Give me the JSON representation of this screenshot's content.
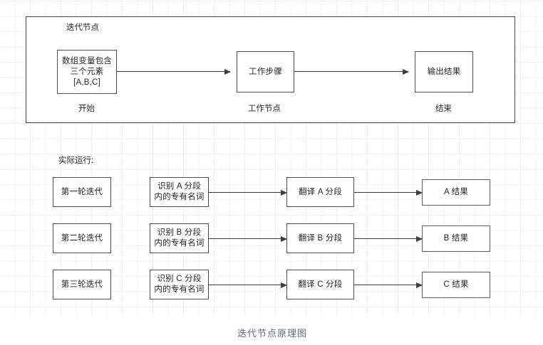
{
  "diagram": {
    "caption": "迭代节点原理图",
    "schematic": {
      "title": "迭代节点",
      "nodes": [
        {
          "id": "start",
          "text": "数组变量包含\n三个元素\n[A,B,C]",
          "sublabel": "开始"
        },
        {
          "id": "work",
          "text": "工作步骤",
          "sublabel": "工作节点"
        },
        {
          "id": "end",
          "text": "输出结果",
          "sublabel": "结束"
        }
      ],
      "arrows": [
        {
          "from": "start",
          "to": "work"
        },
        {
          "from": "work",
          "to": "end"
        }
      ]
    },
    "runtime": {
      "title": "实际运行:",
      "rows": [
        {
          "iteration": "第一轮迭代",
          "identify": "识别 A 分段\n内的专有名词",
          "translate": "翻译 A 分段",
          "result": "A 结果"
        },
        {
          "iteration": "第二轮迭代",
          "identify": "识别 B 分段\n内的专有名词",
          "translate": "翻译 B 分段",
          "result": "B 结果"
        },
        {
          "iteration": "第三轮迭代",
          "identify": "识别 C 分段\n内的专有名词",
          "translate": "翻译 C 分段",
          "result": "C 结果"
        }
      ]
    },
    "colors": {
      "box_border": "#4a4f57",
      "container_border": "#40454d",
      "text": "#23272c",
      "caption": "#5f6b86",
      "arrow": "#3a3f46",
      "grid": "#f0f0f0",
      "background": "#ffffff"
    }
  }
}
